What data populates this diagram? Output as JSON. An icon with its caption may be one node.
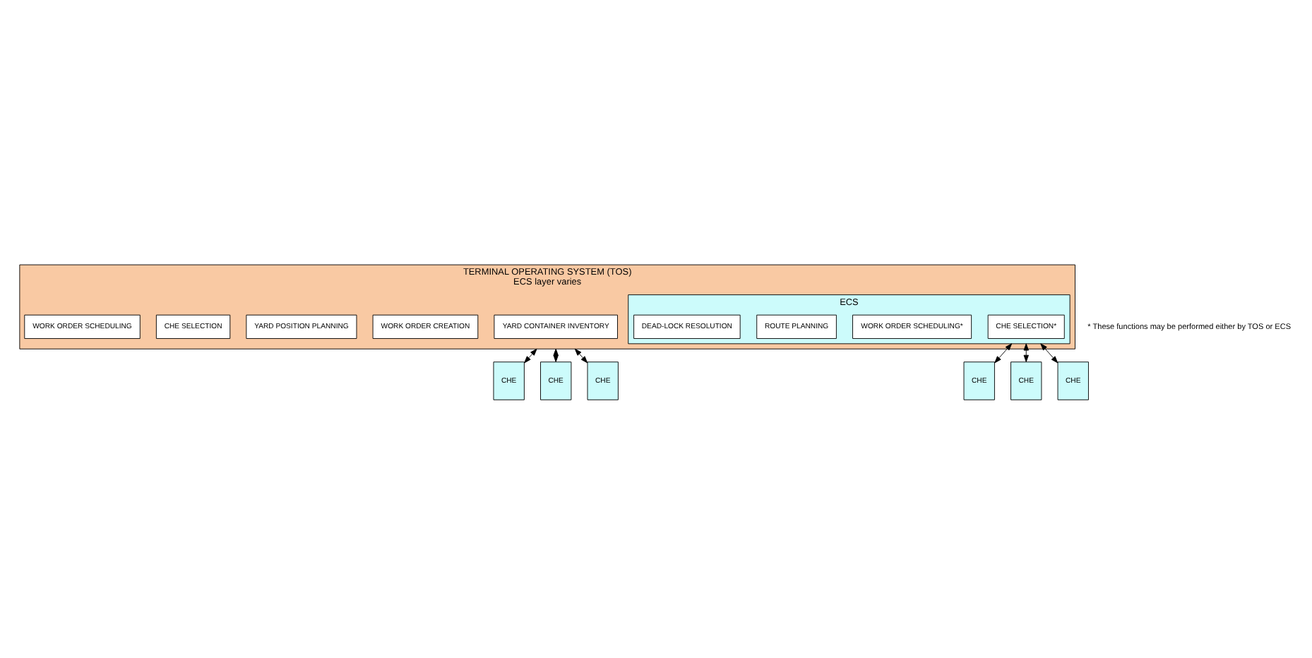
{
  "diagram": {
    "nodes": [
      {
        "text": [
          "TERMINAL OPERATING SYSTEM (TOS)",
          "ECS layer varies"
        ]
      },
      {
        "text": [
          "YARD CONTAINER INVENTORY"
        ],
        "in": 0
      },
      {
        "text": [
          "WORK ORDER CREATION"
        ],
        "in": 0
      },
      {
        "text": [
          "YARD POSITION PLANNING"
        ],
        "in": 0
      },
      {
        "text": [
          "CHE SELECTION"
        ],
        "in": 0
      },
      {
        "text": [
          "WORK ORDER SCHEDULING"
        ],
        "in": 0
      },
      {
        "text": [
          "ECS"
        ],
        "in": 0
      },
      {
        "text": [
          "CHE SELECTION*"
        ],
        "in": 6
      },
      {
        "text": [
          "WORK ORDER SCHEDULING*"
        ],
        "in": 6
      },
      {
        "text": [
          "ROUTE PLANNING"
        ],
        "in": 6
      },
      {
        "text": [
          "DEAD-LOCK RESOLUTION"
        ],
        "in": 6
      },
      {
        "text": [
          "CHE"
        ]
      },
      {
        "text": [
          "CHE"
        ]
      },
      {
        "text": [
          "CHE"
        ]
      },
      {
        "text": [
          "CHE"
        ]
      },
      {
        "text": [
          "CHE"
        ]
      },
      {
        "text": [
          "CHE"
        ]
      }
    ],
    "edges": [
      {
        "from": 0,
        "to": 11,
        "arrow": "both"
      },
      {
        "from": 0,
        "to": 12,
        "arrow": "both"
      },
      {
        "from": 0,
        "to": 13,
        "arrow": "both"
      },
      {
        "from": 6,
        "to": 14,
        "arrow": "both"
      },
      {
        "from": 6,
        "to": 15,
        "arrow": "both"
      },
      {
        "from": 6,
        "to": 16,
        "arrow": "both"
      }
    ],
    "labels": [
      "* These functions may be performed either by TOS or ECS"
    ]
  }
}
